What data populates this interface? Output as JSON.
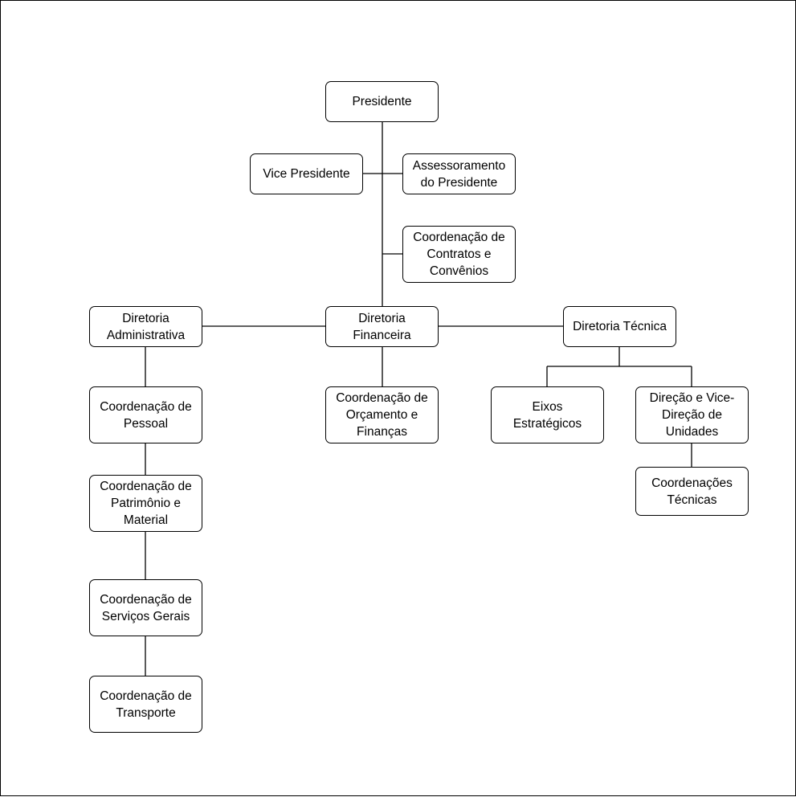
{
  "org_chart": {
    "presidente": "Presidente",
    "vice_presidente": "Vice Presidente",
    "assessoramento": "Assessoramento\ndo Presidente",
    "coord_contratos": "Coordenação  de\nContratos e\nConvênios",
    "dir_administrativa": "Diretoria\nAdministrativa",
    "dir_financeira": "Diretoria\nFinanceira",
    "dir_tecnica": "Diretoria Técnica",
    "coord_pessoal": "Coordenação de\nPessoal",
    "coord_patrimonio": "Coordenação de\nPatrimônio e\nMaterial",
    "coord_servicos": "Coordenação de\nServiços Gerais",
    "coord_transporte": "Coordenação de\nTransporte",
    "coord_orcamento": "Coordenação de\nOrçamento e\nFinanças",
    "eixos": "Eixos\nEstratégicos",
    "direcao_unidades": "Direção e Vice-\nDireção de\nUnidades",
    "coord_tecnicas": "Coordenações\nTécnicas"
  }
}
